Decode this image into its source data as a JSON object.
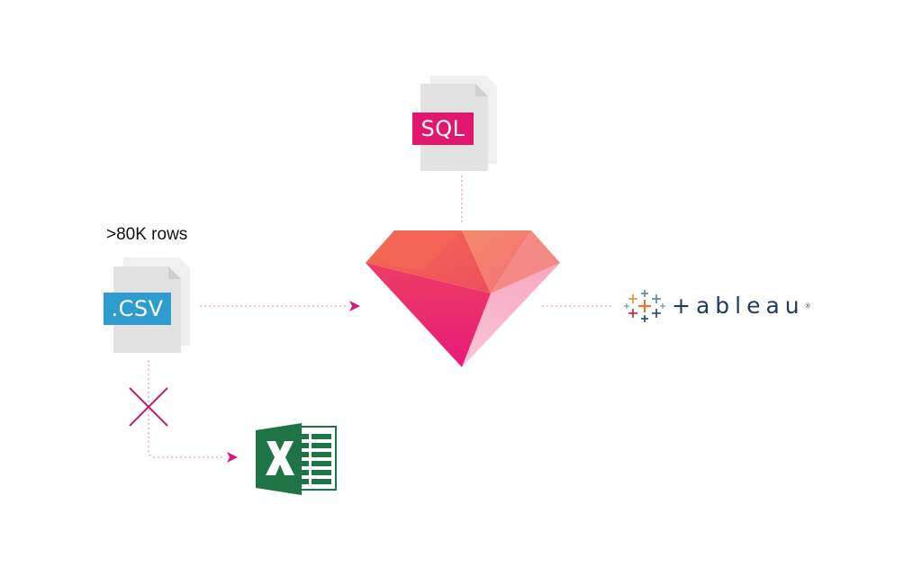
{
  "labels": {
    "rows_annotation": ">80K rows",
    "sql_badge": "SQL",
    "csv_badge": ".CSV",
    "tableau_wordmark": "+ableau",
    "tableau_mark": "®"
  },
  "nodes": [
    {
      "id": "sql-file",
      "icon": "file-stack-icon"
    },
    {
      "id": "csv-file",
      "icon": "file-stack-icon"
    },
    {
      "id": "gem",
      "icon": "gem-icon"
    },
    {
      "id": "tableau",
      "icon": "tableau-logo-icon"
    },
    {
      "id": "excel",
      "icon": "excel-icon"
    }
  ],
  "edges": [
    {
      "from": "sql-file",
      "to": "gem",
      "style": "dotted"
    },
    {
      "from": "csv-file",
      "to": "gem",
      "style": "dotted-arrow"
    },
    {
      "from": "gem",
      "to": "tableau",
      "style": "dotted"
    },
    {
      "from": "csv-file",
      "to": "excel",
      "style": "dotted-arrow",
      "blocked": true
    }
  ],
  "colors": {
    "accent": "#d6197e",
    "connector": "#e8a0c4",
    "sql_badge": "#e0166f",
    "csv_badge": "#2f9ccf",
    "file_body": "#e2e2e2",
    "file_back": "#f0f0f0",
    "excel_green": "#1f7446",
    "tableau_navy": "#1f3a5f"
  }
}
